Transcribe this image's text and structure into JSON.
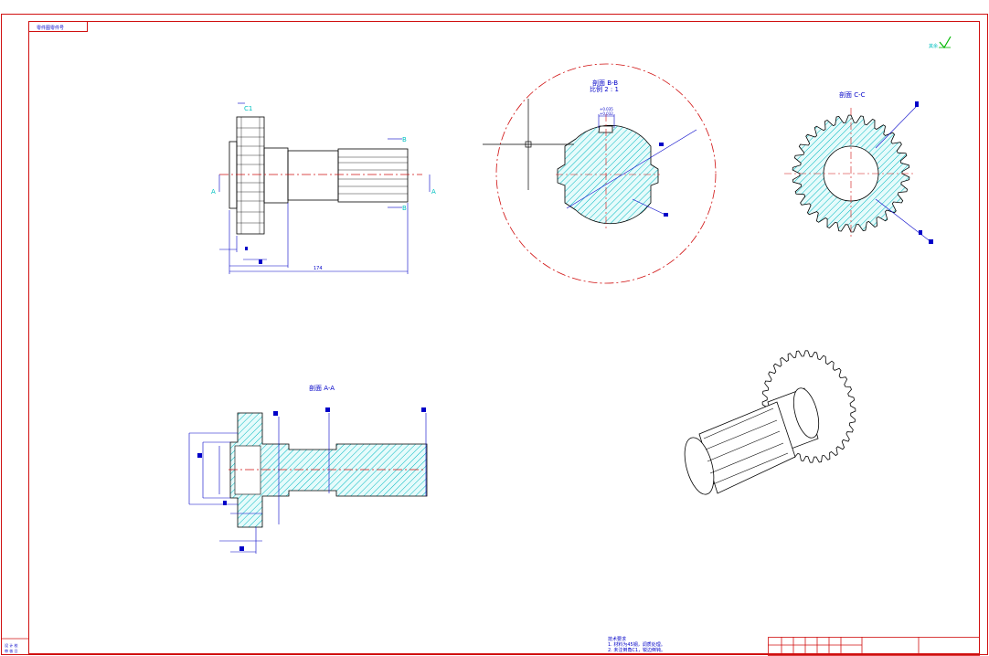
{
  "sheet": {
    "corner_code": "零件图零件号",
    "roughness_mark": "其余"
  },
  "views": {
    "front": {
      "label_c1": "C1",
      "label_b_top": "B",
      "label_b_bottom": "B",
      "label_a_left": "A",
      "label_a_right": "A",
      "dim_total": "174"
    },
    "section_b": {
      "title": "剖面 B-B",
      "scale": "比例 2 : 1",
      "dim_top_1": "+0.035",
      "dim_top_2": "+0.032"
    },
    "section_c": {
      "title": "剖面 C-C"
    },
    "section_a": {
      "title": "剖面 A-A"
    }
  },
  "notes": {
    "heading": "技术要求",
    "line1": "1. 材料为45钢，调质处理。",
    "line2": "2. 未注倒角C1，锐边倒钝。"
  },
  "left_block": {
    "line1": "设 计 校",
    "line2": "审 核 日"
  }
}
